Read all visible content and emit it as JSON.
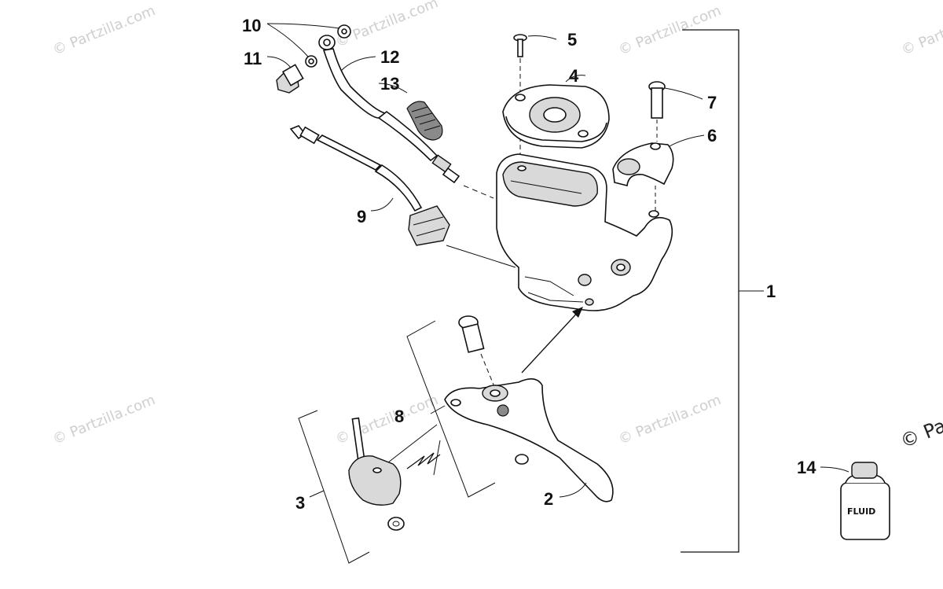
{
  "diagram": {
    "callouts": [
      "1",
      "2",
      "3",
      "4",
      "5",
      "6",
      "7",
      "8",
      "9",
      "10",
      "11",
      "12",
      "13",
      "14"
    ],
    "watermark": "© Partzilla.com",
    "watermark_partial": "© Pa",
    "bottle_label": "FLUID"
  }
}
